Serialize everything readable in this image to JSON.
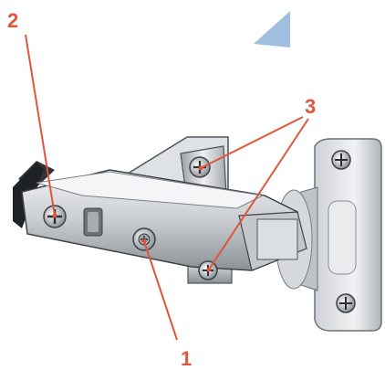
{
  "labels": {
    "label_1": "1",
    "label_2": "2",
    "label_3": "3"
  },
  "colors": {
    "callout": "#e0553d",
    "metal_light": "#e6e8ea",
    "metal_mid": "#b9bdc1",
    "metal_dark": "#5a5f64",
    "accent_blue": "#8fb3d9"
  },
  "icons": [
    "cross-screw-icon",
    "mounting-plate",
    "hinge-arm",
    "hinge-cup"
  ]
}
